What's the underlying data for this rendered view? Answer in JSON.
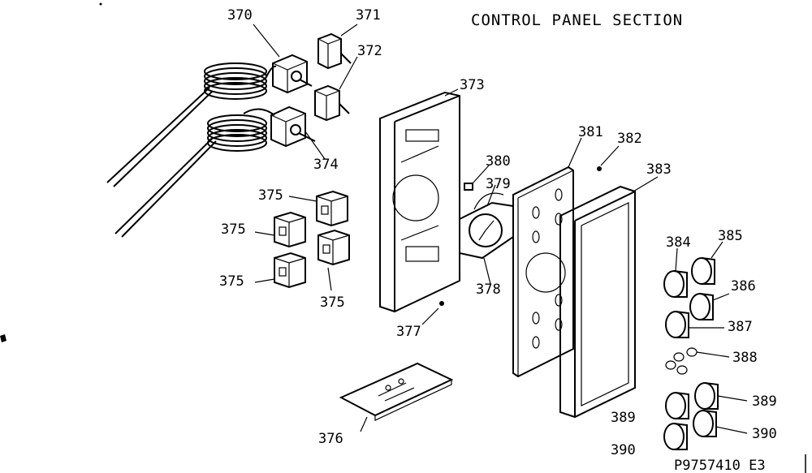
{
  "diagram": {
    "title": "CONTROL PANEL SECTION",
    "footer_code": "P9757410 E3",
    "callouts": {
      "c370": "370",
      "c371": "371",
      "c372": "372",
      "c373": "373",
      "c374": "374",
      "c375a": "375",
      "c375b": "375",
      "c375c": "375",
      "c375d": "375",
      "c376": "376",
      "c377": "377",
      "c378": "378",
      "c379": "379",
      "c380": "380",
      "c381": "381",
      "c382": "382",
      "c383": "383",
      "c384": "384",
      "c385": "385",
      "c386": "386",
      "c387": "387",
      "c388": "388",
      "c389a": "389",
      "c389b": "389",
      "c390a": "390",
      "c390b": "390"
    }
  }
}
